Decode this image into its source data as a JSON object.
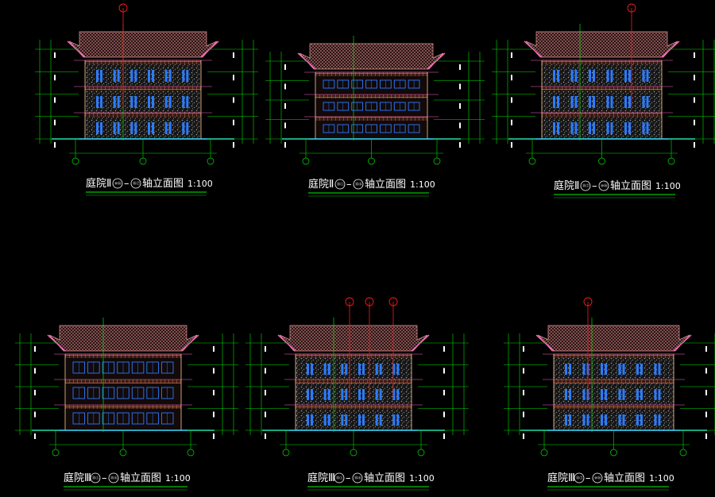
{
  "colors": {
    "background": "#000000",
    "dim": "#00e000",
    "roof": "#e89898",
    "slab": "#ff66cc",
    "wall_texture": "#9a9a9a",
    "window": "#2a7cff",
    "band": "#b86a4a",
    "leader": "#ff1a1a",
    "caption_rule": "#00c000"
  },
  "elevations": [
    {
      "prefix": "庭院Ⅱ",
      "badge_a": "⑩⑭",
      "badge_b": "⑮⑦",
      "suffix": "轴立面图",
      "scale": "1:100"
    },
    {
      "prefix": "庭院Ⅱ",
      "badge_a": "⑮①",
      "badge_b": "⑮⑥",
      "suffix": "轴立面图",
      "scale": "1:100"
    },
    {
      "prefix": "庭院Ⅱ",
      "badge_a": "⑮⑦",
      "badge_b": "⑩⑭",
      "suffix": "轴立面图",
      "scale": "1:100"
    },
    {
      "prefix": "庭院Ⅲ",
      "badge_a": "⑮①",
      "badge_b": "⑮⑥",
      "suffix": "轴立面图",
      "scale": "1:100"
    },
    {
      "prefix": "庭院Ⅲ",
      "badge_a": "⑮①",
      "badge_b": "⑮⑥",
      "suffix": "轴立面图",
      "scale": "1:100"
    },
    {
      "prefix": "庭院Ⅲ",
      "badge_a": "⑮⑦",
      "badge_b": "⑩⑭",
      "suffix": "轴立面图",
      "scale": "1:100"
    }
  ]
}
